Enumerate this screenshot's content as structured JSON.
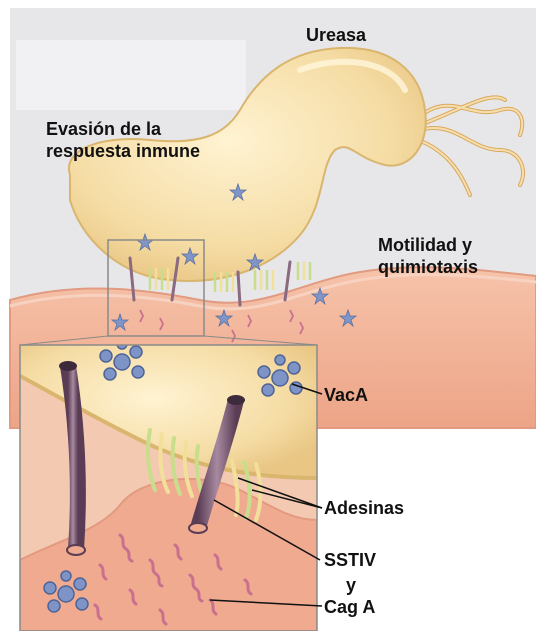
{
  "labels": {
    "ureasa": "Ureasa",
    "evasion": "Evasión de la\nrespuesta inmune",
    "motilidad": "Motilidad y\nquimiotaxis",
    "vaca": "VacA",
    "adesinas": "Adesinas",
    "sstiv": "SSTIV",
    "y": "y",
    "caga": "Cag A"
  },
  "colors": {
    "background_panel": "#e6e6e8",
    "bacterium_fill": "#f5dca4",
    "bacterium_edge": "#d9b56e",
    "flagella": "#e8c27a",
    "tissue_fill": "#f2b49a",
    "tissue_edge": "#e29a80",
    "vaca_toxin": "#7a8fc0",
    "sstiv_tube": "#8a6a80",
    "adhesin_green": "#c9de8c",
    "adhesin_yellow": "#f2e09a",
    "caga_molecule": "#c9708e",
    "inset_border": "#8a8a8a"
  },
  "icons": [
    "vaca-toxin-icon",
    "sstiv-tube-icon",
    "adhesin-icon",
    "caga-molecule-icon",
    "flagellum-icon"
  ]
}
